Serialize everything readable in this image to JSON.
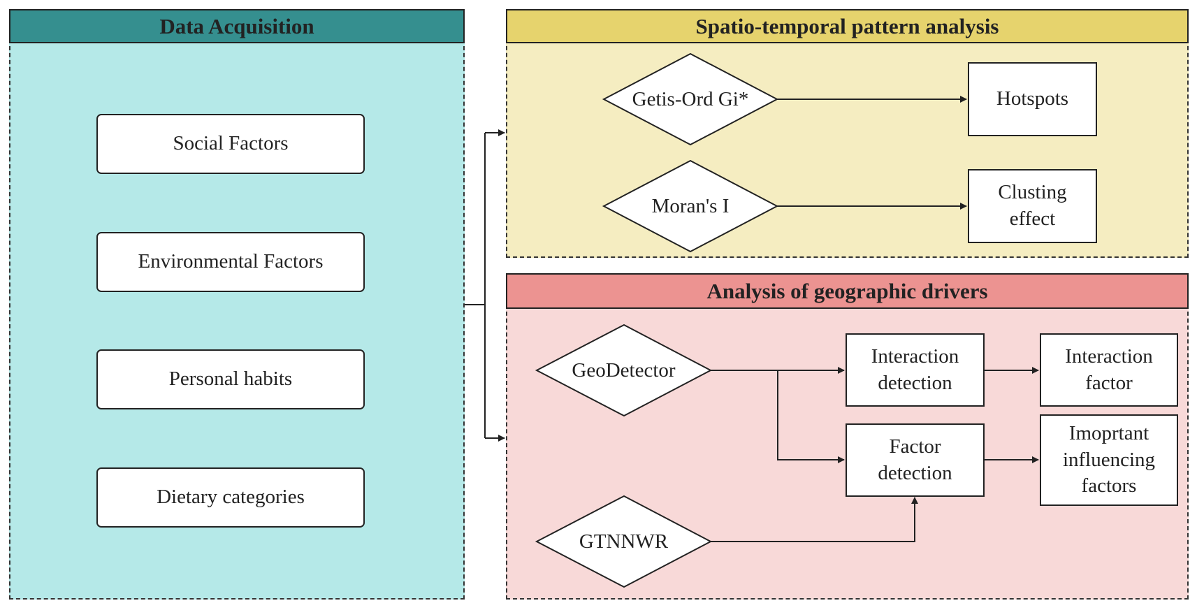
{
  "data_acquisition": {
    "title": "Data Acquisition",
    "items": [
      "Social Factors",
      "Environmental Factors",
      "Personal habits",
      "Dietary categories"
    ]
  },
  "spatiotemporal": {
    "title": "Spatio-temporal pattern analysis",
    "getis": "Getis-Ord Gi*",
    "hotspots": "Hotspots",
    "moran": "Moran's I",
    "clusting_l1": "Clusting",
    "clusting_l2": "effect"
  },
  "drivers": {
    "title": "Analysis of geographic drivers",
    "geodetector": "GeoDetector",
    "gtnnwr": "GTNNWR",
    "interaction_detection_l1": "Interaction",
    "interaction_detection_l2": "detection",
    "factor_detection_l1": "Factor",
    "factor_detection_l2": "detection",
    "interaction_factor_l1": "Interaction",
    "interaction_factor_l2": "factor",
    "important_l1": "Imoprtant",
    "important_l2": "influencing",
    "important_l3": "factors"
  },
  "colors": {
    "teal_header": "#358f8f",
    "teal_panel": "#b5e9e8",
    "yellow_header": "#e6d36d",
    "yellow_panel": "#f5edc1",
    "red_header": "#ec9391",
    "red_panel": "#f8d9d8"
  }
}
